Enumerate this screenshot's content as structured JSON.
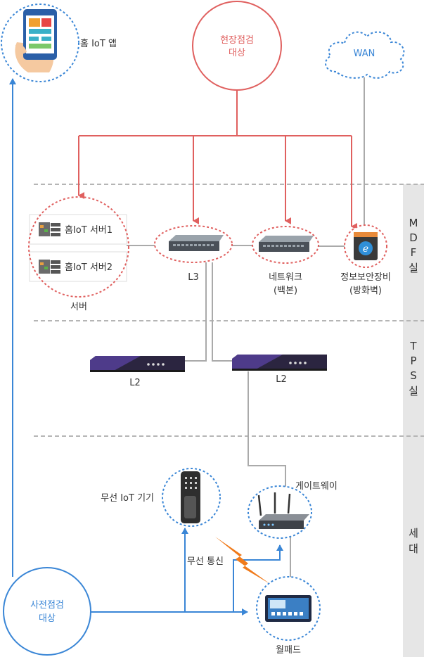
{
  "nodes": {
    "home_app": "홈 IoT 앱",
    "field_inspection": [
      "현장점검",
      "대상"
    ],
    "wan": "WAN",
    "server1": "홈IoT 서버1",
    "server2": "홈IoT 서버2",
    "server": "서버",
    "l3": "L3",
    "network": [
      "네트워크",
      "(백본)"
    ],
    "firewall": [
      "정보보안장비",
      "(방화벽)"
    ],
    "l2_left": "L2",
    "l2_right": "L2",
    "gateway": "게이트웨이",
    "wireless_device": "무선 IoT 기기",
    "wireless_comm": "무선 통신",
    "pre_inspection": [
      "사전점검",
      "대상"
    ],
    "wallpad": "월패드"
  },
  "zones": {
    "mdf": [
      "M",
      "D",
      "F",
      "실"
    ],
    "tps": [
      "T",
      "P",
      "S",
      "실"
    ],
    "household": [
      "세",
      "대"
    ]
  },
  "colors": {
    "red": "#e0605f",
    "blue": "#3a86d6",
    "gray_line": "#aaaaaa",
    "side_bar": "#e6e6e6"
  }
}
